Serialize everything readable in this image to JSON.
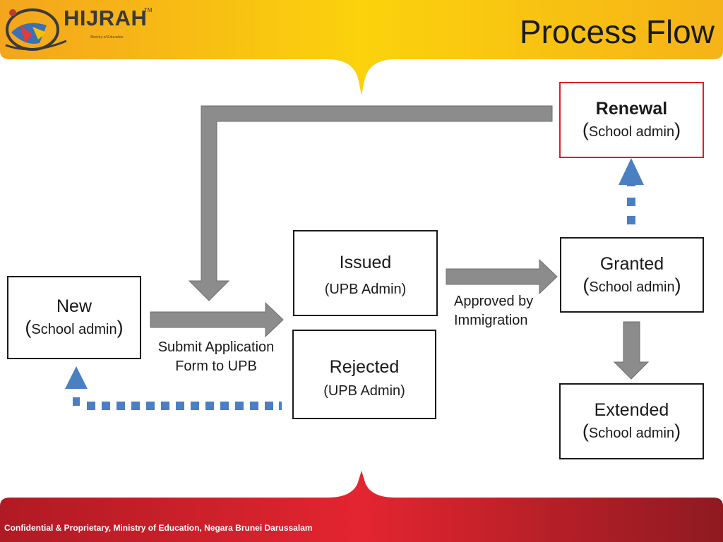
{
  "header": {
    "logo_text": "HIJRAH",
    "logo_tm": "TM",
    "logo_subtitle": "Ministry of Education",
    "slide_title": "Process Flow"
  },
  "nodes": {
    "renewal": {
      "title": "Renewal",
      "role": "School admin"
    },
    "issued": {
      "title": "Issued",
      "role": "(UPB Admin)"
    },
    "granted": {
      "title": "Granted",
      "role": "School admin"
    },
    "new": {
      "title": "New",
      "role": "School admin"
    },
    "rejected": {
      "title": "Rejected",
      "role": "(UPB Admin)"
    },
    "extended": {
      "title": "Extended",
      "role": "School admin"
    }
  },
  "edge_labels": {
    "submit_line1": "Submit Application",
    "submit_line2": "Form to UPB",
    "approved_line1": "Approved by",
    "approved_line2": "Immigration"
  },
  "colors": {
    "header_yellow": "#fbd20c",
    "header_orange": "#f3a21c",
    "footer_red": "#d9232e",
    "arrow_gray": "#8c8c8c",
    "dashed_blue": "#4a7fc1",
    "renewal_border": "#e02020"
  },
  "footer": {
    "confidential": "Confidential & Proprietary, Ministry of Education, Negara Brunei Darussalam"
  }
}
